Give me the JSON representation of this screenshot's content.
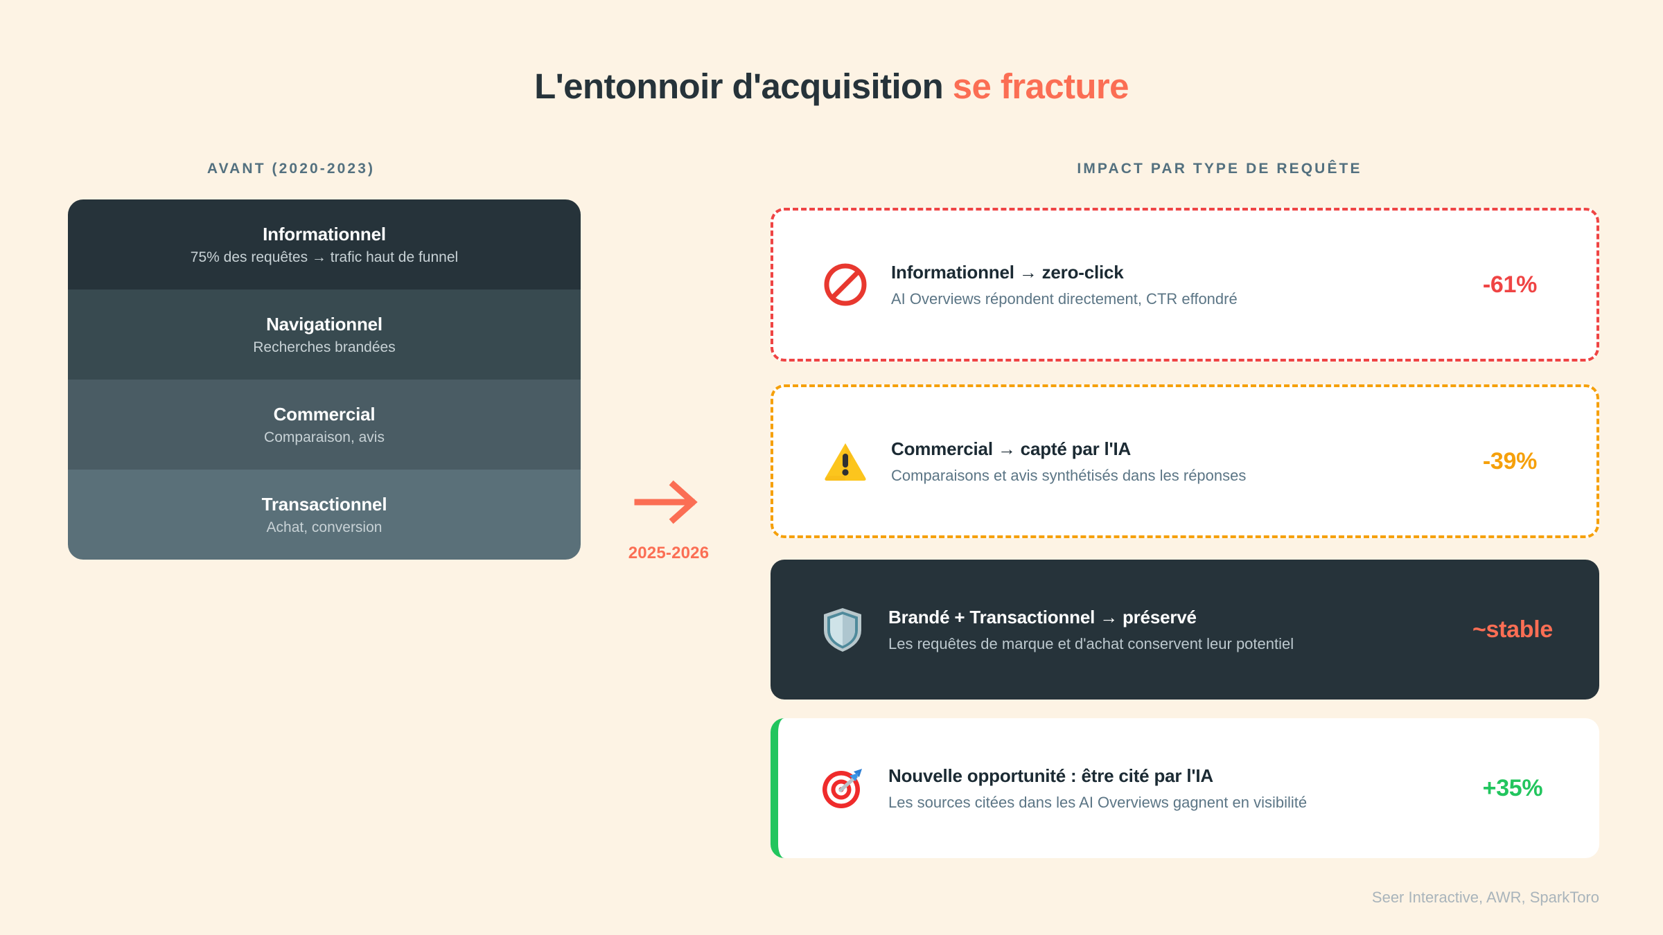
{
  "title": {
    "main": "L'entonnoir d'acquisition",
    "accent": "se fracture"
  },
  "columns": {
    "left_header": "AVANT (2020-2023)",
    "right_header": "IMPACT PAR TYPE DE REQUÊTE"
  },
  "funnel": {
    "segments": [
      {
        "label": "Informationnel",
        "detail": "75% des requêtes → trafic haut de funnel",
        "color": "#26333a"
      },
      {
        "label": "Navigationnel",
        "detail": "Recherches brandées",
        "color": "#384a50"
      },
      {
        "label": "Commercial",
        "detail": "Comparaison, avis",
        "color": "#4a5c64"
      },
      {
        "label": "Transactionnel",
        "detail": "Achat, conversion",
        "color": "#5a7079"
      }
    ]
  },
  "transition": {
    "arrow_icon": "arrow-right-icon",
    "era_label": "2025-2026",
    "color": "#fb6e54"
  },
  "cards": [
    {
      "icon": "prohibition-icon",
      "title": "Informationnel → zero-click",
      "subtitle": "AI Overviews répondent directement, CTR effondré",
      "value": "-61%",
      "color": "#ef4444",
      "style": "dashed"
    },
    {
      "icon": "warning-triangle-icon",
      "title": "Commercial → capté par l'IA",
      "subtitle": "Comparaisons et avis synthétisés dans les réponses",
      "value": "-39%",
      "color": "#f5a00b",
      "style": "dashed"
    },
    {
      "icon": "shield-icon",
      "title": "Brandé + Transactionnel → préservé",
      "subtitle": "Les requêtes de marque et d'achat conservent leur potentiel",
      "value": "~stable",
      "color": "#fb6e54",
      "style": "solid-dark"
    },
    {
      "icon": "target-dart-icon",
      "title": "Nouvelle opportunité : être cité par l'IA",
      "subtitle": "Les sources citées dans les AI Overviews gagnent en visibilité",
      "value": "+35%",
      "color": "#22c55e",
      "style": "accent-left"
    }
  ],
  "footer": {
    "sources": "Seer Interactive, AWR, SparkToro"
  },
  "palette": {
    "background": "#fdf3e4",
    "ink": "#26333a",
    "coral": "#fb6e54",
    "header_label": "#53707f"
  }
}
